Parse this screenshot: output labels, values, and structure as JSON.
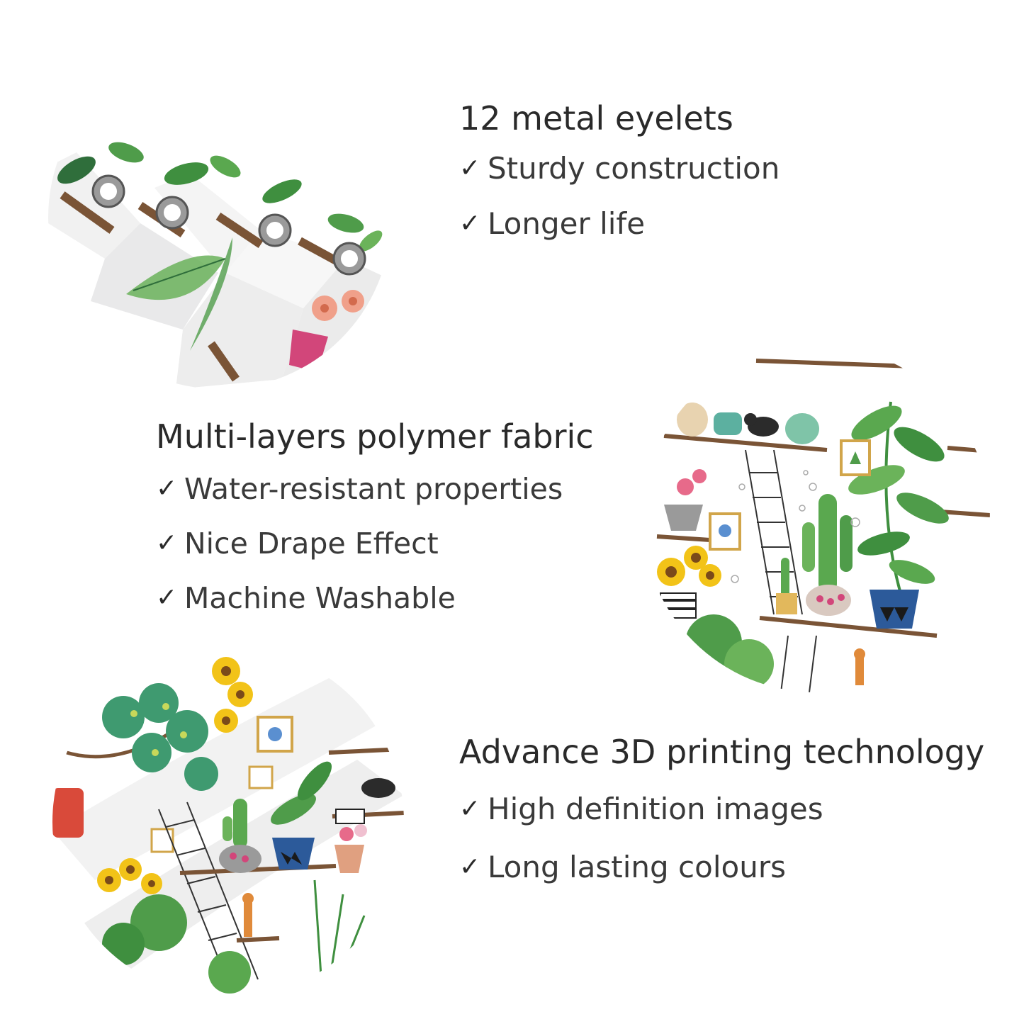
{
  "features": [
    {
      "title": "12 metal eyelets",
      "items": [
        "Sturdy construction",
        "Longer life"
      ]
    },
    {
      "title": "Multi-layers polymer fabric",
      "items": [
        "Water-resistant properties",
        "Nice Drape Effect",
        "Machine Washable"
      ]
    },
    {
      "title": "Advance 3D printing technology",
      "items": [
        "High definition images",
        "Long lasting colours"
      ]
    }
  ],
  "check_glyph": "✓",
  "colors": {
    "text": "#2f2f2f",
    "leaf_green": "#3f8f3f",
    "shelf_brown": "#7a5436",
    "pot_blue": "#2c5a9a",
    "sunflower_yellow": "#f2c318"
  }
}
